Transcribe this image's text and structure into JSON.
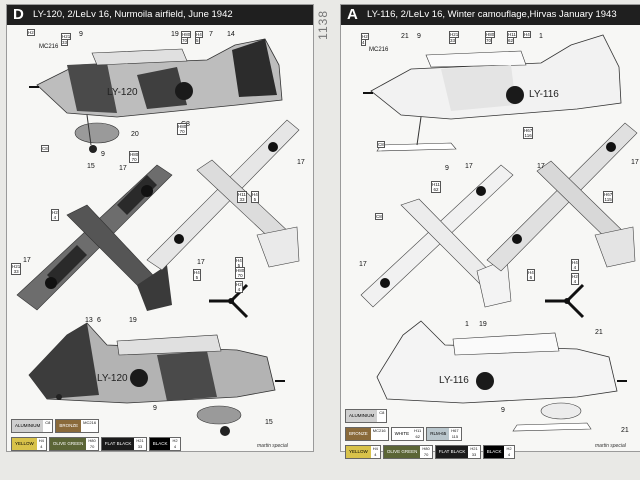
{
  "page_number": "1138",
  "left": {
    "letter": "D",
    "title": "LY-120, 2/LeLv 16, Nurmoila airfield, June 1942",
    "code": "LY-120",
    "top_callouts": [
      "H2",
      "MC216",
      "H21",
      "33",
      "9",
      "19",
      "H80",
      "H4",
      "70",
      "5",
      "7",
      "14"
    ],
    "numbers": [
      "20",
      "C8",
      "15",
      "17",
      "17",
      "17",
      "17",
      "9",
      "13",
      "6",
      "19",
      "9",
      "15",
      "C8"
    ],
    "small_codes": [
      {
        "text": "H2\n4"
      },
      {
        "text": "H21\n33"
      },
      {
        "text": "H80\n70"
      },
      {
        "text": "H4\n5"
      },
      {
        "text": "H80\n70"
      },
      {
        "text": "H4\n5"
      },
      {
        "text": "H2\n4"
      },
      {
        "text": "H11\n33"
      },
      {
        "text": "H80\n70"
      },
      {
        "text": "H4\n5"
      }
    ],
    "legend": [
      {
        "name": "ALUMINIUM",
        "code": "C8"
      },
      {
        "name": "BRONZE",
        "code": "MC216"
      },
      {
        "name": "YELLOW",
        "code": "H4\n4"
      },
      {
        "name": "OLIVE GREEN",
        "code": "H80\n70"
      },
      {
        "name": "FLAT BLACK",
        "code": "H21\n33"
      },
      {
        "name": "BLACK",
        "code": "H2\n4"
      }
    ],
    "legend_colors": [
      "#cfcfcf",
      "#8a6a3a",
      "#d8c24a",
      "#5b6536",
      "#1b1b1b",
      "#000000"
    ],
    "publisher": "martin special"
  },
  "right": {
    "letter": "A",
    "title": "LY-116, 2/LeLv 16, Winter camouflage,Hirvas January 1943",
    "code": "LY-116",
    "top_callouts": [
      "H2",
      "4",
      "MC216",
      "21",
      "9",
      "H21",
      "33",
      "H80",
      "70",
      "H11",
      "62",
      "H4",
      "1"
    ],
    "numbers": [
      "C8",
      "9",
      "17",
      "17",
      "17",
      "C8",
      "17",
      "1",
      "19",
      "21",
      "9",
      "21"
    ],
    "small_codes": [
      {
        "text": "H67\n116"
      },
      {
        "text": "H11\n62"
      },
      {
        "text": "H67\n115"
      },
      {
        "text": "H4\n6"
      },
      {
        "text": "H4\n4"
      },
      {
        "text": "H2\n4"
      }
    ],
    "legend": [
      {
        "name": "ALUMINIUM",
        "code": "C8"
      },
      {
        "name": "BRONZE",
        "code": "MC216"
      },
      {
        "name": "WHITE",
        "code": "H11\n62"
      },
      {
        "name": "RLM-65",
        "code": "H67\n115"
      },
      {
        "name": "YELLOW",
        "code": "H4\n4"
      },
      {
        "name": "OLIVE GREEN",
        "code": "H80\n70"
      },
      {
        "name": "FLAT BLACK",
        "code": "H21\n33"
      },
      {
        "name": "BLACK",
        "code": "H2\n4"
      }
    ],
    "legend_colors": [
      "#cfcfcf",
      "#8a6a3a",
      "#ffffff",
      "#b9c6cc",
      "#d8c24a",
      "#5b6536",
      "#1b1b1b",
      "#000000"
    ],
    "publisher": "martin special"
  }
}
